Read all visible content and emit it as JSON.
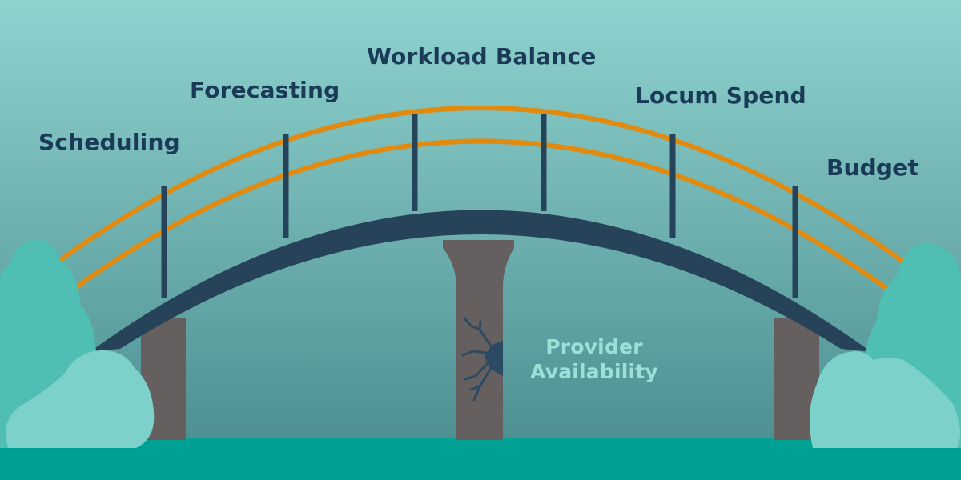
{
  "colors": {
    "sky_top": "#8fd3cf",
    "sky_bottom": "#4d8f91",
    "water": "#00a195",
    "railing": "#e08a10",
    "deck": "#27435a",
    "pillar": "#655f5f",
    "post": "#27435a",
    "crack": "#2b4a63",
    "bush_back": "#4fbfb4",
    "bush_front": "#7dd1cb",
    "label_dark": "#1b3a58",
    "label_light": "#9ee0d8"
  },
  "pillars": {
    "supports": [
      "Scheduling",
      "Forecasting",
      "Workload Balance",
      "Locum Spend",
      "Budget"
    ],
    "weak_support": "Provider Availability"
  }
}
